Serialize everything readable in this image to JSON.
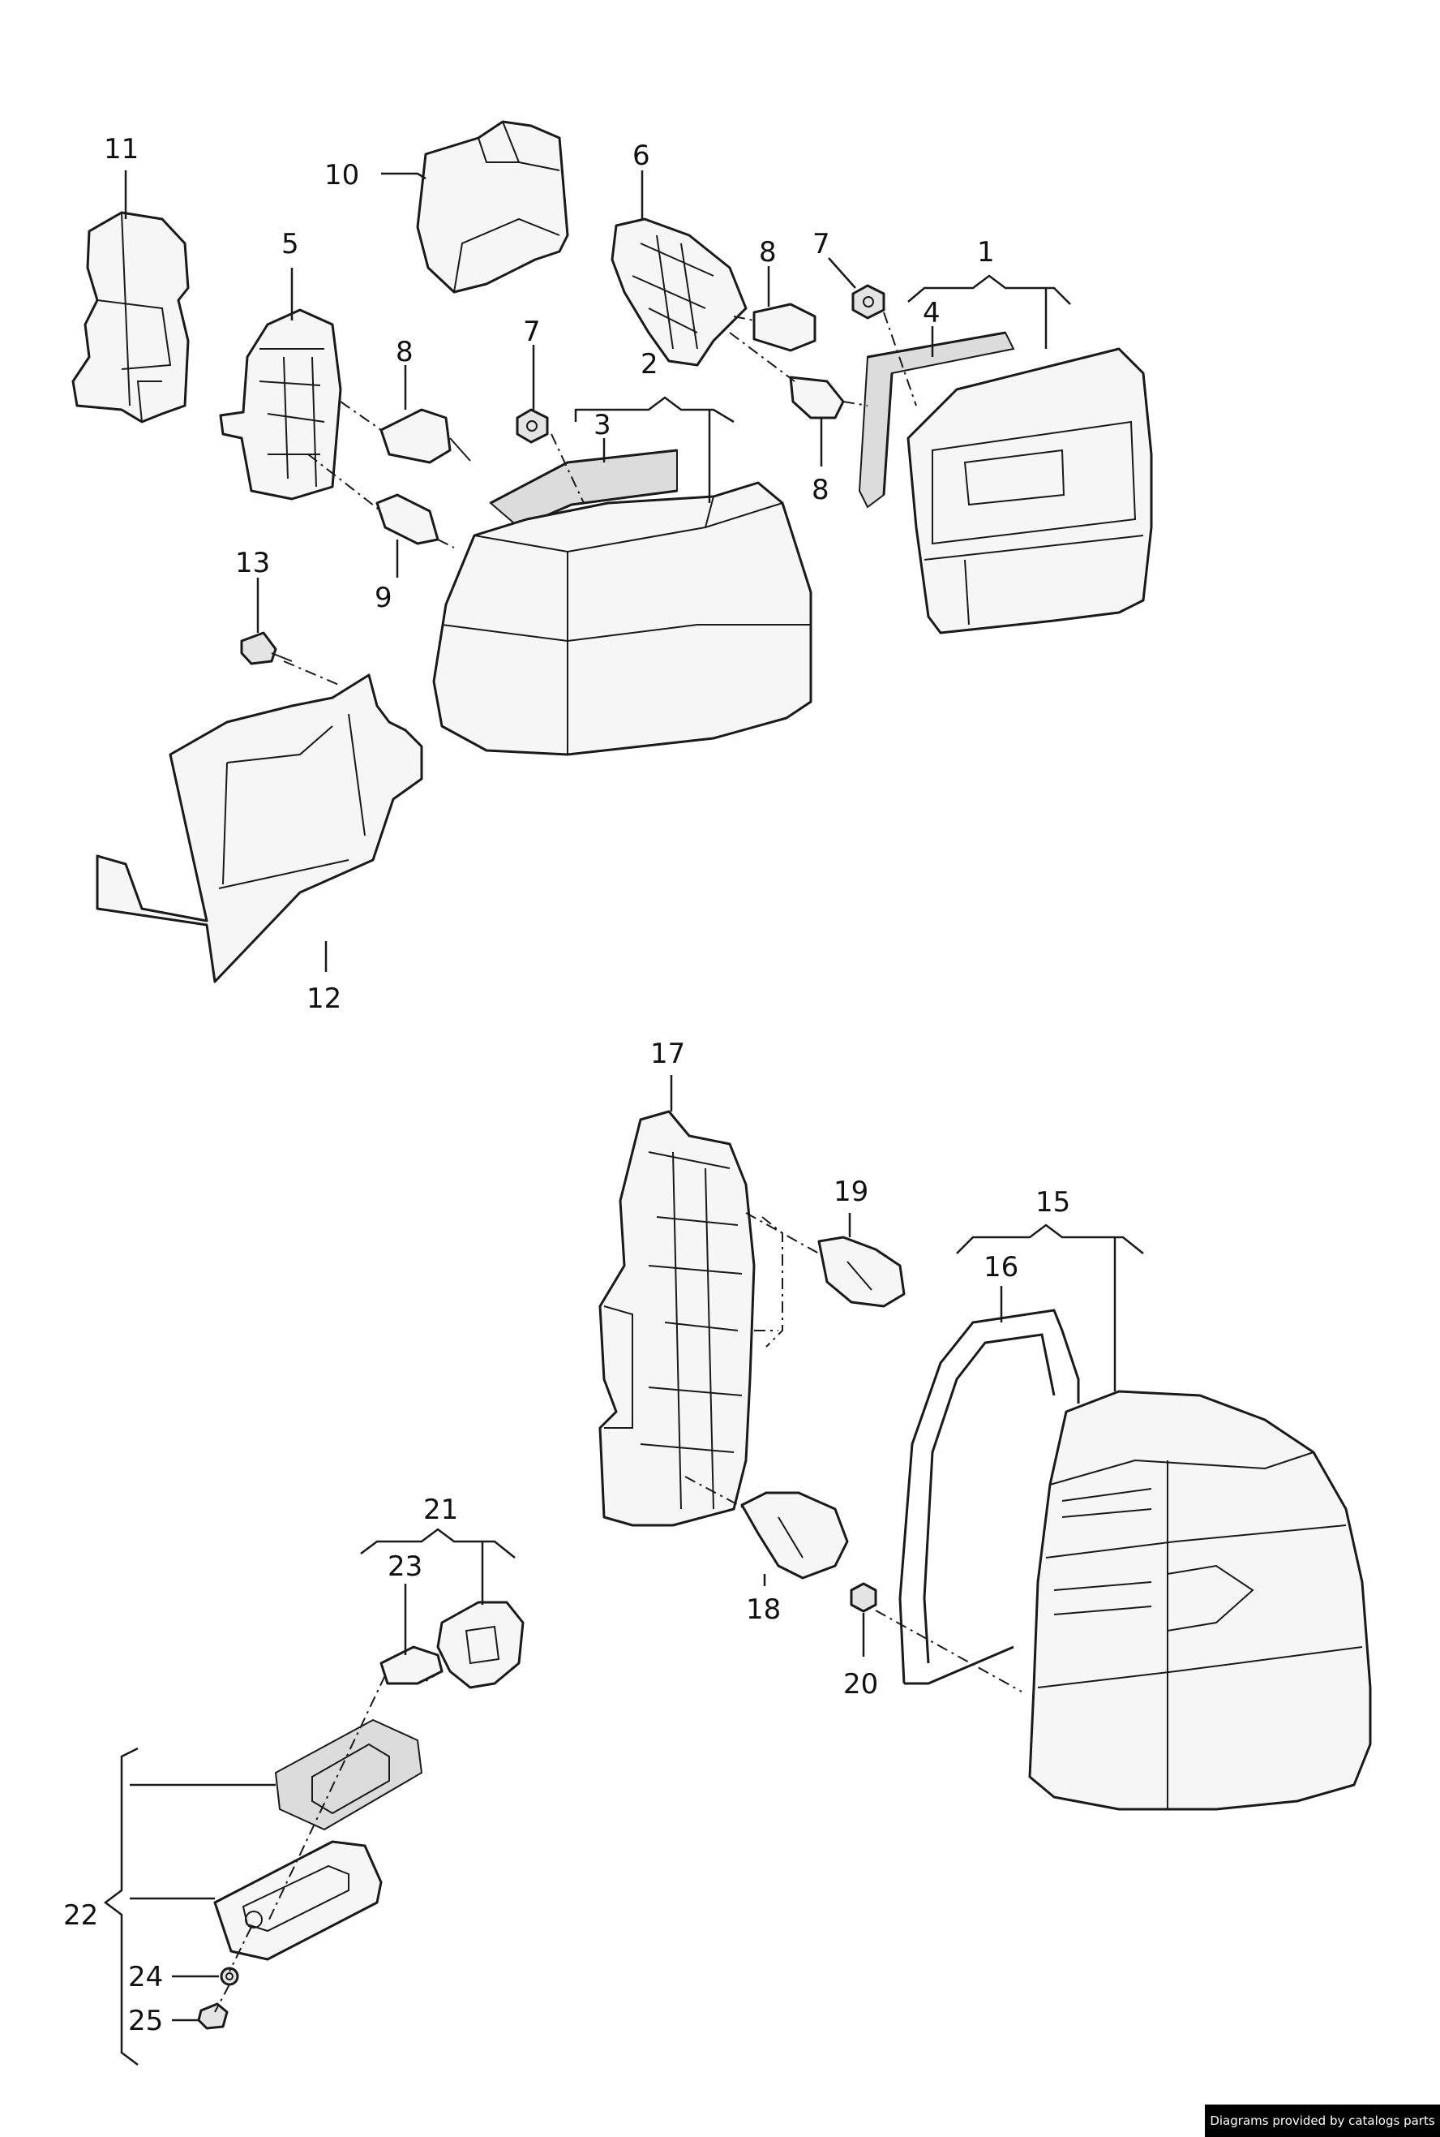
{
  "callouts": {
    "c1": "1",
    "c2": "2",
    "c3": "3",
    "c4": "4",
    "c5": "5",
    "c6": "6",
    "c7a": "7",
    "c7b": "7",
    "c8a": "8",
    "c8b": "8",
    "c8c": "8",
    "c9": "9",
    "c10": "10",
    "c11": "11",
    "c12": "12",
    "c13": "13",
    "c15": "15",
    "c16": "16",
    "c17": "17",
    "c18": "18",
    "c19": "19",
    "c20": "20",
    "c21": "21",
    "c22": "22",
    "c23": "23",
    "c24": "24",
    "c25": "25"
  },
  "footer": {
    "text": "Diagrams provided by catalogs parts"
  }
}
